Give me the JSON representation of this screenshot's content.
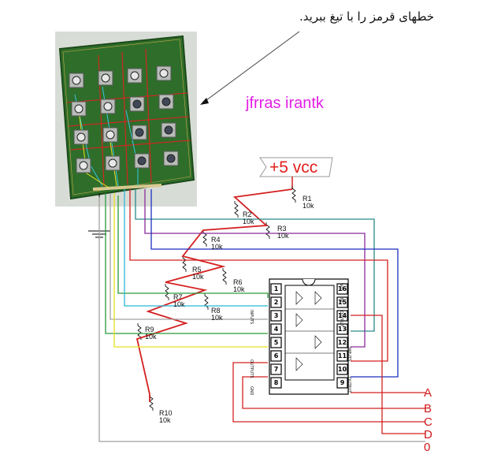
{
  "header": {
    "instruction_fa": "خطهای قرمز را با تیغ ببرید.",
    "author": "jfrras irantk",
    "supply": "+5 vcc"
  },
  "keypad": {
    "rows": 4,
    "cols": 4
  },
  "resistors": [
    {
      "name": "R1",
      "value": "10k"
    },
    {
      "name": "R2",
      "value": "10k"
    },
    {
      "name": "R3",
      "value": "10k"
    },
    {
      "name": "R4",
      "value": "10k"
    },
    {
      "name": "R5",
      "value": "10k"
    },
    {
      "name": "R6",
      "value": "10k"
    },
    {
      "name": "R7",
      "value": "10k"
    },
    {
      "name": "R8",
      "value": "10k"
    },
    {
      "name": "R9",
      "value": "10k"
    },
    {
      "name": "R10",
      "value": "10k"
    }
  ],
  "ic": {
    "left_pins": [
      "1",
      "2",
      "3",
      "4",
      "5",
      "6",
      "7",
      "8"
    ],
    "right_pins": [
      "16",
      "15",
      "14",
      "13",
      "12",
      "11",
      "10",
      "9"
    ],
    "labels": {
      "vcc": "Vcc",
      "nc": "NC",
      "output_top": "OUTPUT",
      "inputs_left": "INPUTS",
      "outputs_left": "OUTPUTS",
      "gnd": "GND",
      "inputs_right": "INPUTS",
      "output_bottom": "OUTPUT"
    }
  },
  "outputs": [
    "A",
    "B",
    "C",
    "D",
    "0"
  ],
  "colors": {
    "red": "#d42020",
    "green": "#2a9a3a",
    "blue": "#1d2fc0",
    "cyan": "#29b8d8",
    "yellow": "#e8e020",
    "purple": "#8a2a9a",
    "teal": "#2a8a8a",
    "gray": "#a0a0a0",
    "pcb": "#2a6a28"
  }
}
